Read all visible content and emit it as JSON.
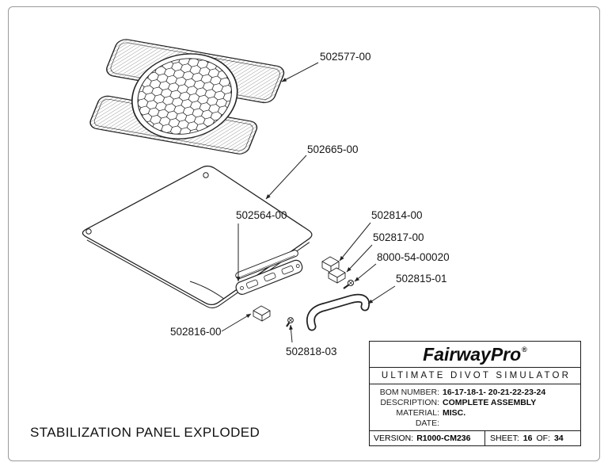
{
  "drawing": {
    "title": "STABILIZATION PANEL EXPLODED"
  },
  "labels": [
    {
      "part": "502577-00"
    },
    {
      "part": "502665-00"
    },
    {
      "part": "502564-00"
    },
    {
      "part": "502814-00"
    },
    {
      "part": "502817-00"
    },
    {
      "part": "8000-54-00020"
    },
    {
      "part": "502815-01"
    },
    {
      "part": "502816-00"
    },
    {
      "part": "502818-03"
    }
  ],
  "title_block": {
    "brand_fairway": "Fairway",
    "brand_pro": "Pro",
    "brand_registered": "®",
    "subtitle": "ULTIMATE DIVOT SIMULATOR",
    "fields": [
      {
        "label": "BOM NUMBER:",
        "value": "16-17-18-1- 20-21-22-23-24"
      },
      {
        "label": "DESCRIPTION:",
        "value": "COMPLETE ASSEMBLY"
      },
      {
        "label": "MATERIAL:",
        "value": "MISC."
      },
      {
        "label": "DATE:",
        "value": ""
      }
    ],
    "version_label": "VERSION:",
    "version_value": "R1000-CM236",
    "sheet_label": "SHEET:",
    "sheet_value": "16",
    "of_label": "OF:",
    "of_value": "34"
  },
  "colors": {
    "line": "#222222",
    "frame": "#9a9a9a",
    "text": "#111111"
  }
}
